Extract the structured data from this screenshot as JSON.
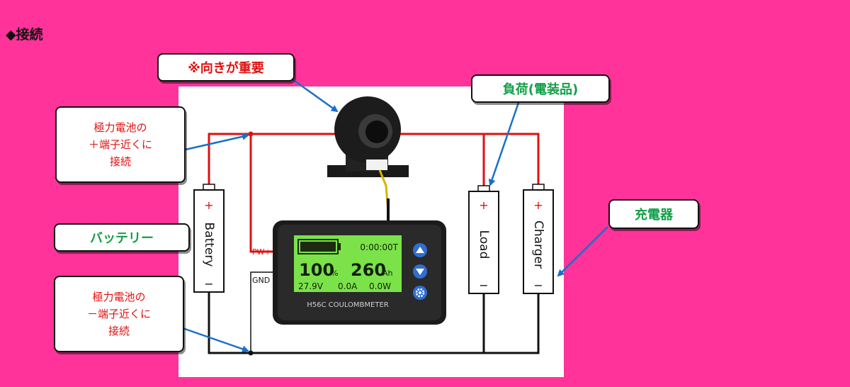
{
  "heading": "◆接続",
  "callouts": {
    "orientation": "※向きが重要",
    "load_label": "負荷(電装品)",
    "charger_label": "充電器",
    "battery_label": "バッテリー",
    "plus_note": [
      "極力電池の",
      "＋端子近くに",
      "接続"
    ],
    "minus_note": [
      "極力電池の",
      "－端子近くに",
      "接続"
    ]
  },
  "components": {
    "battery": "Battery",
    "load": "Load",
    "charger": "Charger",
    "plus_sign": "+",
    "minus_sign": "−"
  },
  "terminals": {
    "pw": "PW+",
    "gnd": "GND"
  },
  "meter": {
    "time": "0:00:00T",
    "percent": "100",
    "percent_unit": "%",
    "capacity": "260",
    "capacity_unit": "Ah",
    "voltage": "27.9V",
    "current": "0.0A",
    "power": "0.0W",
    "model": "H56C  COULOMBMETER"
  },
  "colors": {
    "background": "#ff3399",
    "wire_positive": "#e01010",
    "wire_negative": "#111111",
    "callout_red_text": "#e01010",
    "callout_green_text": "#11a048",
    "arrow": "#1a6fc9",
    "lcd": "#7be24a"
  },
  "icons": [
    "up-arrow-icon",
    "down-arrow-icon",
    "gear-icon",
    "battery-level-icon"
  ]
}
